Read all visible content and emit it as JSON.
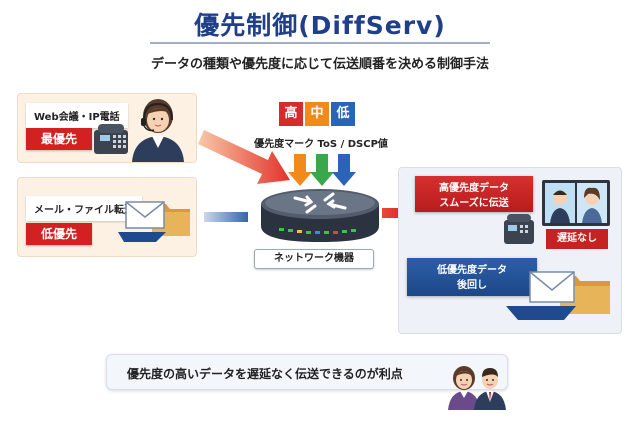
{
  "title": "優先制御(DiffServ)",
  "subtitle": "データの種類や優先度に応じて伝送順番を決める制御手法",
  "sources": {
    "voip": {
      "label": "Web会議・IP電話",
      "priority": "最優先"
    },
    "mail": {
      "label": "メール・ファイル転送",
      "priority": "低優先"
    }
  },
  "marker": {
    "levels": [
      "高",
      "中",
      "低"
    ],
    "level_colors": [
      "#d62b2b",
      "#f08a1c",
      "#2a63b8"
    ],
    "label": "優先度マーク ToS / DSCP値"
  },
  "device": {
    "label": "ネットワーク機器"
  },
  "outputs": {
    "high": {
      "line1": "高優先度データ",
      "line2": "スムーズに伝送",
      "badge": "遅延なし"
    },
    "low": {
      "line1": "低優先度データ",
      "line2": "後回し"
    }
  },
  "benefit": {
    "text": "優先度の高いデータを遅延なく伝送できるのが利点"
  },
  "colors": {
    "title": "#1f3f8a",
    "red": "#d32020",
    "blue": "#1c4788",
    "panel": "#fdf1e4"
  }
}
